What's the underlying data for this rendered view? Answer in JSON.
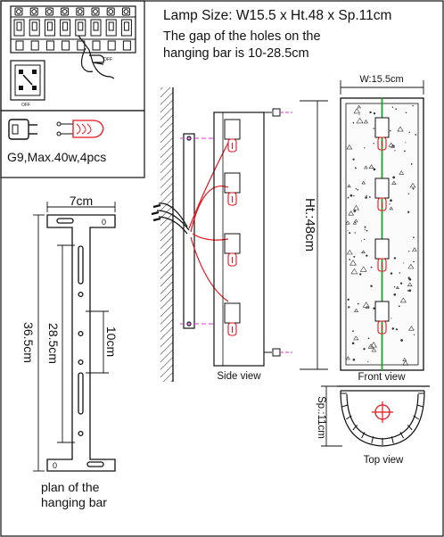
{
  "header": {
    "lamp_size": "Lamp Size: W15.5 x Ht.48 x Sp.11cm",
    "gap_line1": "The gap of the holes on the",
    "gap_line2": "hanging bar is 10-28.5cm"
  },
  "bulb_panel": {
    "spec": "G9,Max.40w,4pcs"
  },
  "switch_panel": {
    "off_label": "OFF"
  },
  "hanging_bar": {
    "width_label": "7cm",
    "height_label": "36.5cm",
    "hole_gap_max": "28.5cm",
    "hole_gap_min": "10cm",
    "corner_mark": "0",
    "caption_line1": "plan of the",
    "caption_line2": "hanging bar"
  },
  "side_view": {
    "height_label": "Ht.:48cm",
    "caption": "Side view"
  },
  "front_view": {
    "width_label": "W:15.5cm",
    "caption": "Front view"
  },
  "top_view": {
    "depth_label": "Sp.:11cm",
    "caption": "Top view"
  },
  "colors": {
    "line": "#111111",
    "wire_red": "#e8141e",
    "center_green": "#1fa52a",
    "guide_magenta": "#d23ad2"
  }
}
